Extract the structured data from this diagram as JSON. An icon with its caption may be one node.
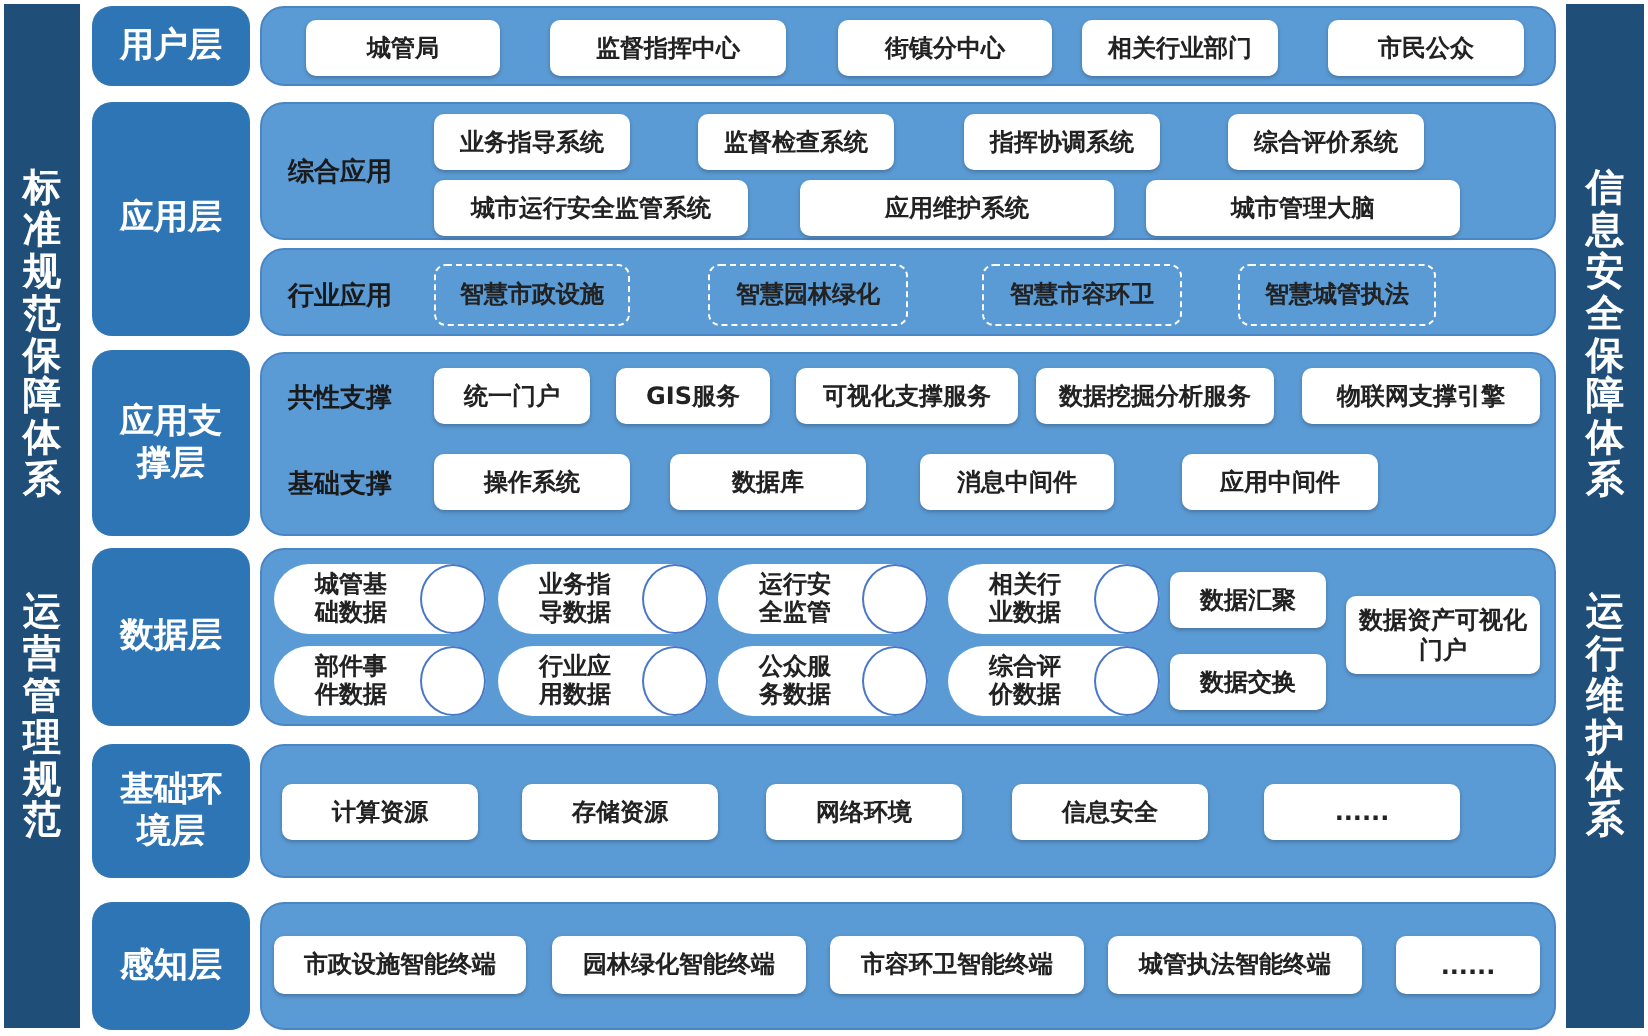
{
  "diagram": {
    "nodes": [
      {
        "text": [
          "标准规范保障体系",
          "运营管理规范"
        ]
      },
      {
        "text": [
          "用户层"
        ]
      },
      {
        "text": [],
        "shape": "box"
      },
      {
        "text": [
          "城管局"
        ],
        "in": 2
      },
      {
        "text": [
          "监督指挥中心"
        ],
        "in": 2
      },
      {
        "text": [
          "街镇分中心"
        ],
        "in": 2
      },
      {
        "text": [
          "相关行业部门"
        ],
        "in": 2
      },
      {
        "text": [
          "市民公众"
        ],
        "in": 2
      },
      {
        "text": [
          "应用层"
        ]
      },
      {
        "text": [
          "综合应用"
        ]
      },
      {
        "text": [
          "业务指导系统"
        ],
        "in": 9
      },
      {
        "text": [
          "监督检查系统"
        ],
        "in": 9
      },
      {
        "text": [
          "指挥协调系统"
        ],
        "in": 9
      },
      {
        "text": [
          "综合评价系统"
        ],
        "in": 9
      },
      {
        "text": [
          "城市运行安全监管系统"
        ],
        "in": 9
      },
      {
        "text": [
          "应用维护系统"
        ],
        "in": 9
      },
      {
        "text": [
          "城市管理大脑"
        ],
        "in": 9
      },
      {
        "text": [
          "行业应用"
        ]
      },
      {
        "text": [
          "智慧市政设施"
        ],
        "in": 17
      },
      {
        "text": [
          "智慧园林绿化"
        ],
        "in": 17
      },
      {
        "text": [
          "智慧市容环卫"
        ],
        "in": 17
      },
      {
        "text": [
          "智慧城管执法"
        ],
        "in": 17
      },
      {
        "text": [
          "应用支撑层"
        ]
      },
      {
        "text": [
          "共性支撑",
          "基础支撑"
        ]
      },
      {
        "text": [
          "统一门户"
        ],
        "in": 23
      },
      {
        "text": [
          "GIS服务"
        ],
        "in": 23
      },
      {
        "text": [
          "可视化支撑服务"
        ],
        "in": 23
      },
      {
        "text": [
          "数据挖掘分析服务"
        ],
        "in": 23
      },
      {
        "text": [
          "物联网支撑引擎"
        ],
        "in": 23
      },
      {
        "text": [
          "操作系统"
        ],
        "in": 23
      },
      {
        "text": [
          "数据库"
        ],
        "in": 23
      },
      {
        "text": [
          "消息中间件"
        ],
        "in": 23
      },
      {
        "text": [
          "应用中间件"
        ],
        "in": 23
      },
      {
        "text": [
          "数据层"
        ]
      },
      {
        "text": [],
        "shape": "box"
      },
      {
        "text": [
          "城管基础数据"
        ],
        "in": 34
      },
      {
        "text": [
          "业务指导数据"
        ],
        "in": 34
      },
      {
        "text": [
          "运行安全监管"
        ],
        "in": 34
      },
      {
        "text": [
          "相关行业数据"
        ],
        "in": 34
      },
      {
        "text": [
          "数据汇聚"
        ],
        "in": 34
      },
      {
        "text": [
          "数据资产可视化门户"
        ],
        "in": 34
      },
      {
        "text": [
          "部件事件数据"
        ],
        "in": 34
      },
      {
        "text": [
          "行业应用数据"
        ],
        "in": 34
      },
      {
        "text": [
          "公众服务数据"
        ],
        "in": 34
      },
      {
        "text": [
          "综合评价数据"
        ],
        "in": 34
      },
      {
        "text": [
          "数据交换"
        ],
        "in": 34
      },
      {
        "text": [
          "基础环境层"
        ]
      },
      {
        "text": [],
        "shape": "box"
      },
      {
        "text": [
          "计算资源"
        ],
        "in": 47
      },
      {
        "text": [
          "存储资源"
        ],
        "in": 47
      },
      {
        "text": [
          "网络环境"
        ],
        "in": 47
      },
      {
        "text": [
          "信息安全"
        ],
        "in": 47
      },
      {
        "text": [
          "......"
        ],
        "in": 47
      },
      {
        "text": [
          "感知层"
        ]
      },
      {
        "text": [],
        "shape": "box"
      },
      {
        "text": [
          "市政设施智能终端"
        ],
        "in": 54
      },
      {
        "text": [
          "园林绿化智能终端"
        ],
        "in": 54
      },
      {
        "text": [
          "市容环卫智能终端"
        ],
        "in": 54
      },
      {
        "text": [
          "城管执法智能终端"
        ],
        "in": 54
      },
      {
        "text": [
          "......"
        ],
        "in": 54
      },
      {
        "text": [
          "信息安全保障体系",
          "运行维护体系"
        ]
      }
    ]
  }
}
